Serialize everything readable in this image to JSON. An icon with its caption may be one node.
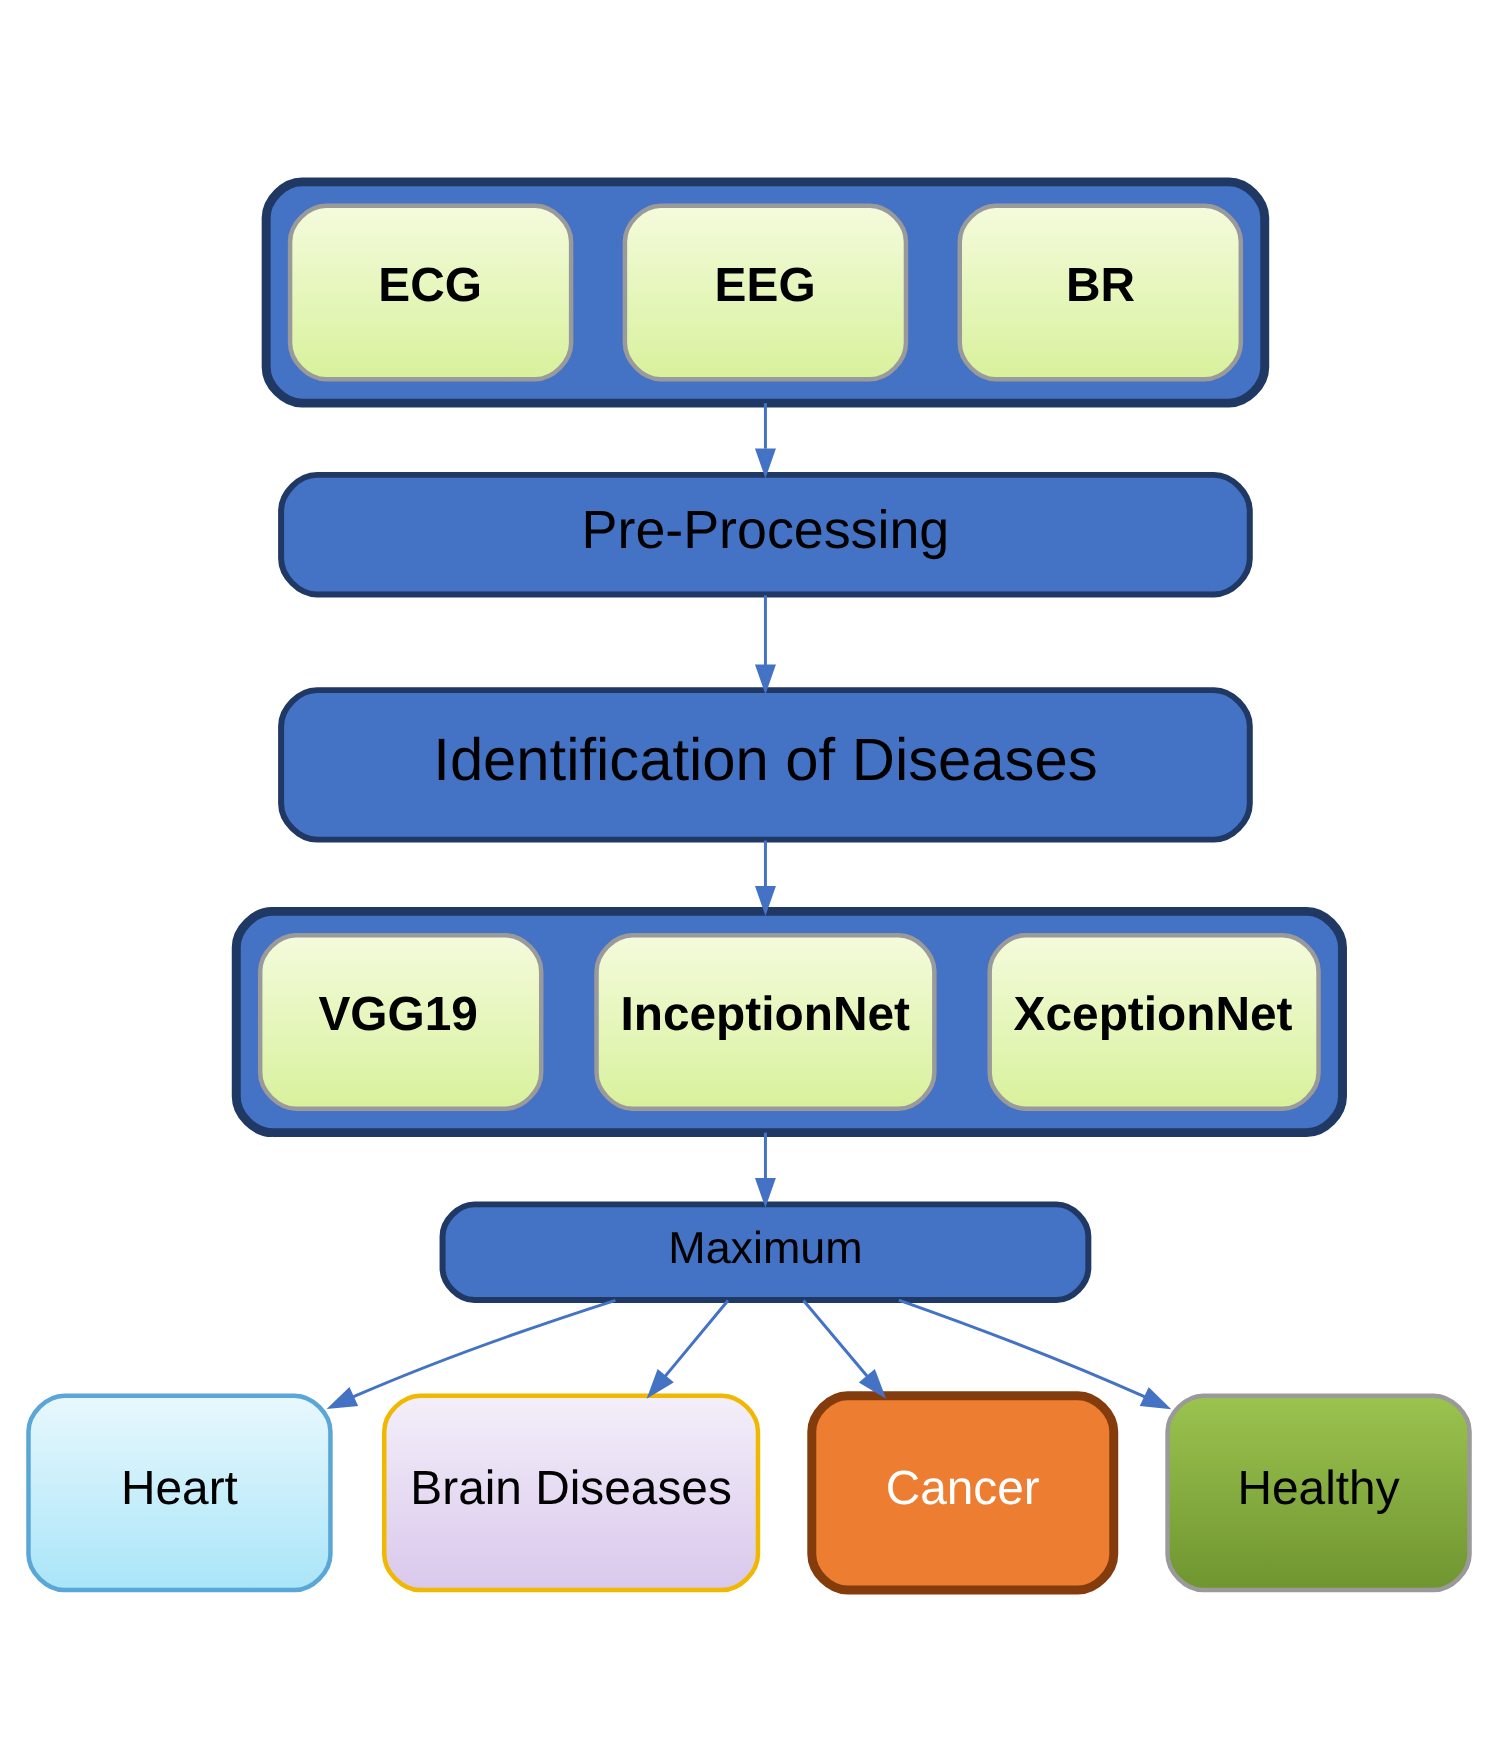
{
  "diagram": {
    "nodes": [
      {
        "text": [],
        "shape": "box"
      },
      {
        "text": [
          "ECG"
        ],
        "in": 0
      },
      {
        "text": [
          "EEG"
        ],
        "in": 0
      },
      {
        "text": [
          "BR"
        ],
        "in": 0
      },
      {
        "text": [
          "Pre-Processing"
        ]
      },
      {
        "text": [
          "Identification of Diseases"
        ]
      },
      {
        "text": [],
        "shape": "box"
      },
      {
        "text": [
          "VGG19"
        ],
        "in": 6
      },
      {
        "text": [
          "InceptionNet"
        ],
        "in": 6
      },
      {
        "text": [
          "XceptionNet"
        ],
        "in": 6
      },
      {
        "text": [
          "Maximum"
        ]
      },
      {
        "text": [
          "Heart"
        ]
      },
      {
        "text": [
          "Brain Diseases"
        ]
      },
      {
        "text": [
          "Cancer"
        ]
      },
      {
        "text": [
          "Healthy"
        ]
      }
    ],
    "edges": [
      {
        "from": 0,
        "to": 4,
        "arrow": "to"
      },
      {
        "from": 4,
        "to": 5,
        "arrow": "to"
      },
      {
        "from": 5,
        "to": 6,
        "arrow": "to"
      },
      {
        "from": 6,
        "to": 10,
        "arrow": "to"
      },
      {
        "from": 10,
        "to": 11,
        "arrow": "to"
      },
      {
        "from": 10,
        "to": 12,
        "arrow": "to"
      },
      {
        "from": 10,
        "to": 13,
        "arrow": "to"
      },
      {
        "from": 10,
        "to": 14,
        "arrow": "to"
      }
    ]
  }
}
